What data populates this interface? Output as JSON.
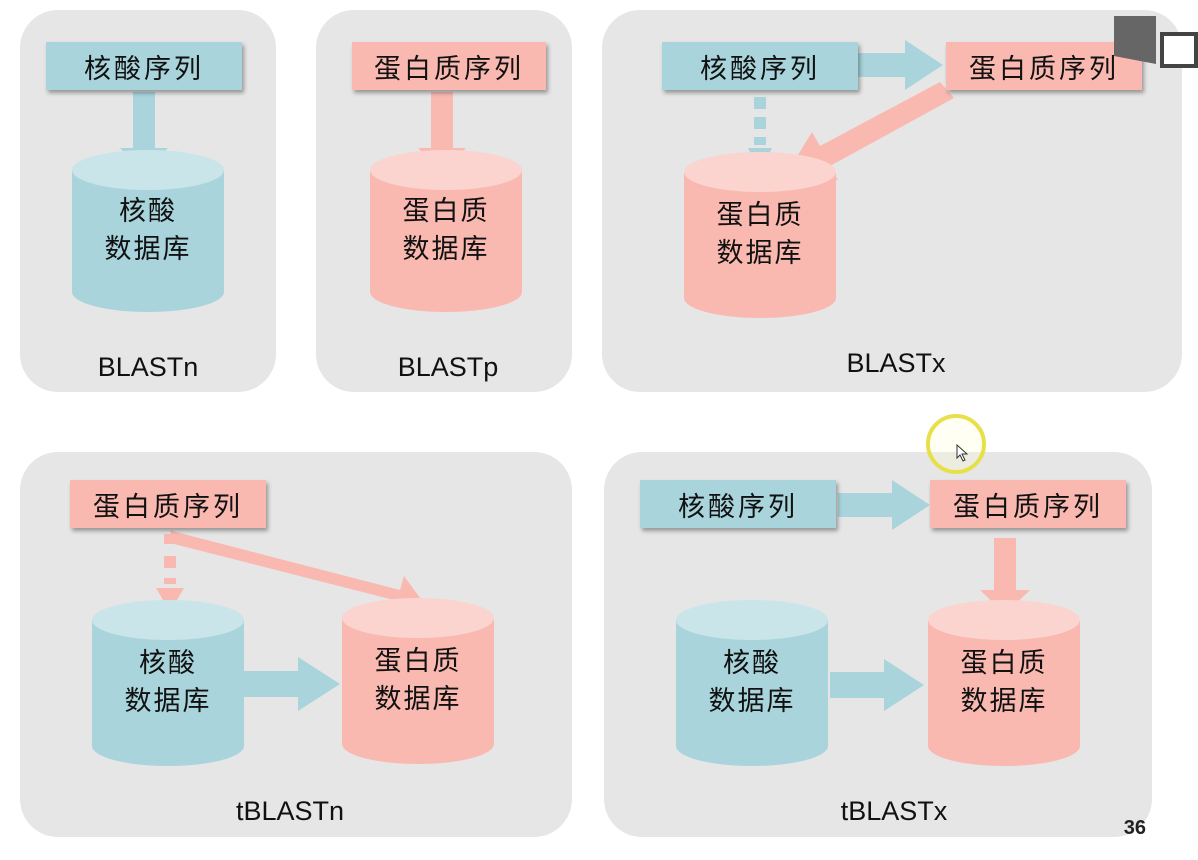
{
  "terms": {
    "nucleotide_seq": "核酸序列",
    "protein_seq": "蛋白质序列",
    "nucleotide_db_line1": "核酸",
    "nucleotide_db_line2": "数据库",
    "protein_db_line1": "蛋白质",
    "protein_db_line2": "数据库"
  },
  "panels": {
    "blastn": {
      "label": "BLASTn"
    },
    "blastp": {
      "label": "BLASTp"
    },
    "blastx": {
      "label": "BLASTx"
    },
    "tblastn": {
      "label": "tBLASTn"
    },
    "tblastx": {
      "label": "tBLASTx"
    }
  },
  "slide": {
    "page_number": "36"
  },
  "colors": {
    "nucleotide": "#a9d4dc",
    "protein": "#f9b9b1",
    "panel_bg": "#e6e6e6"
  }
}
